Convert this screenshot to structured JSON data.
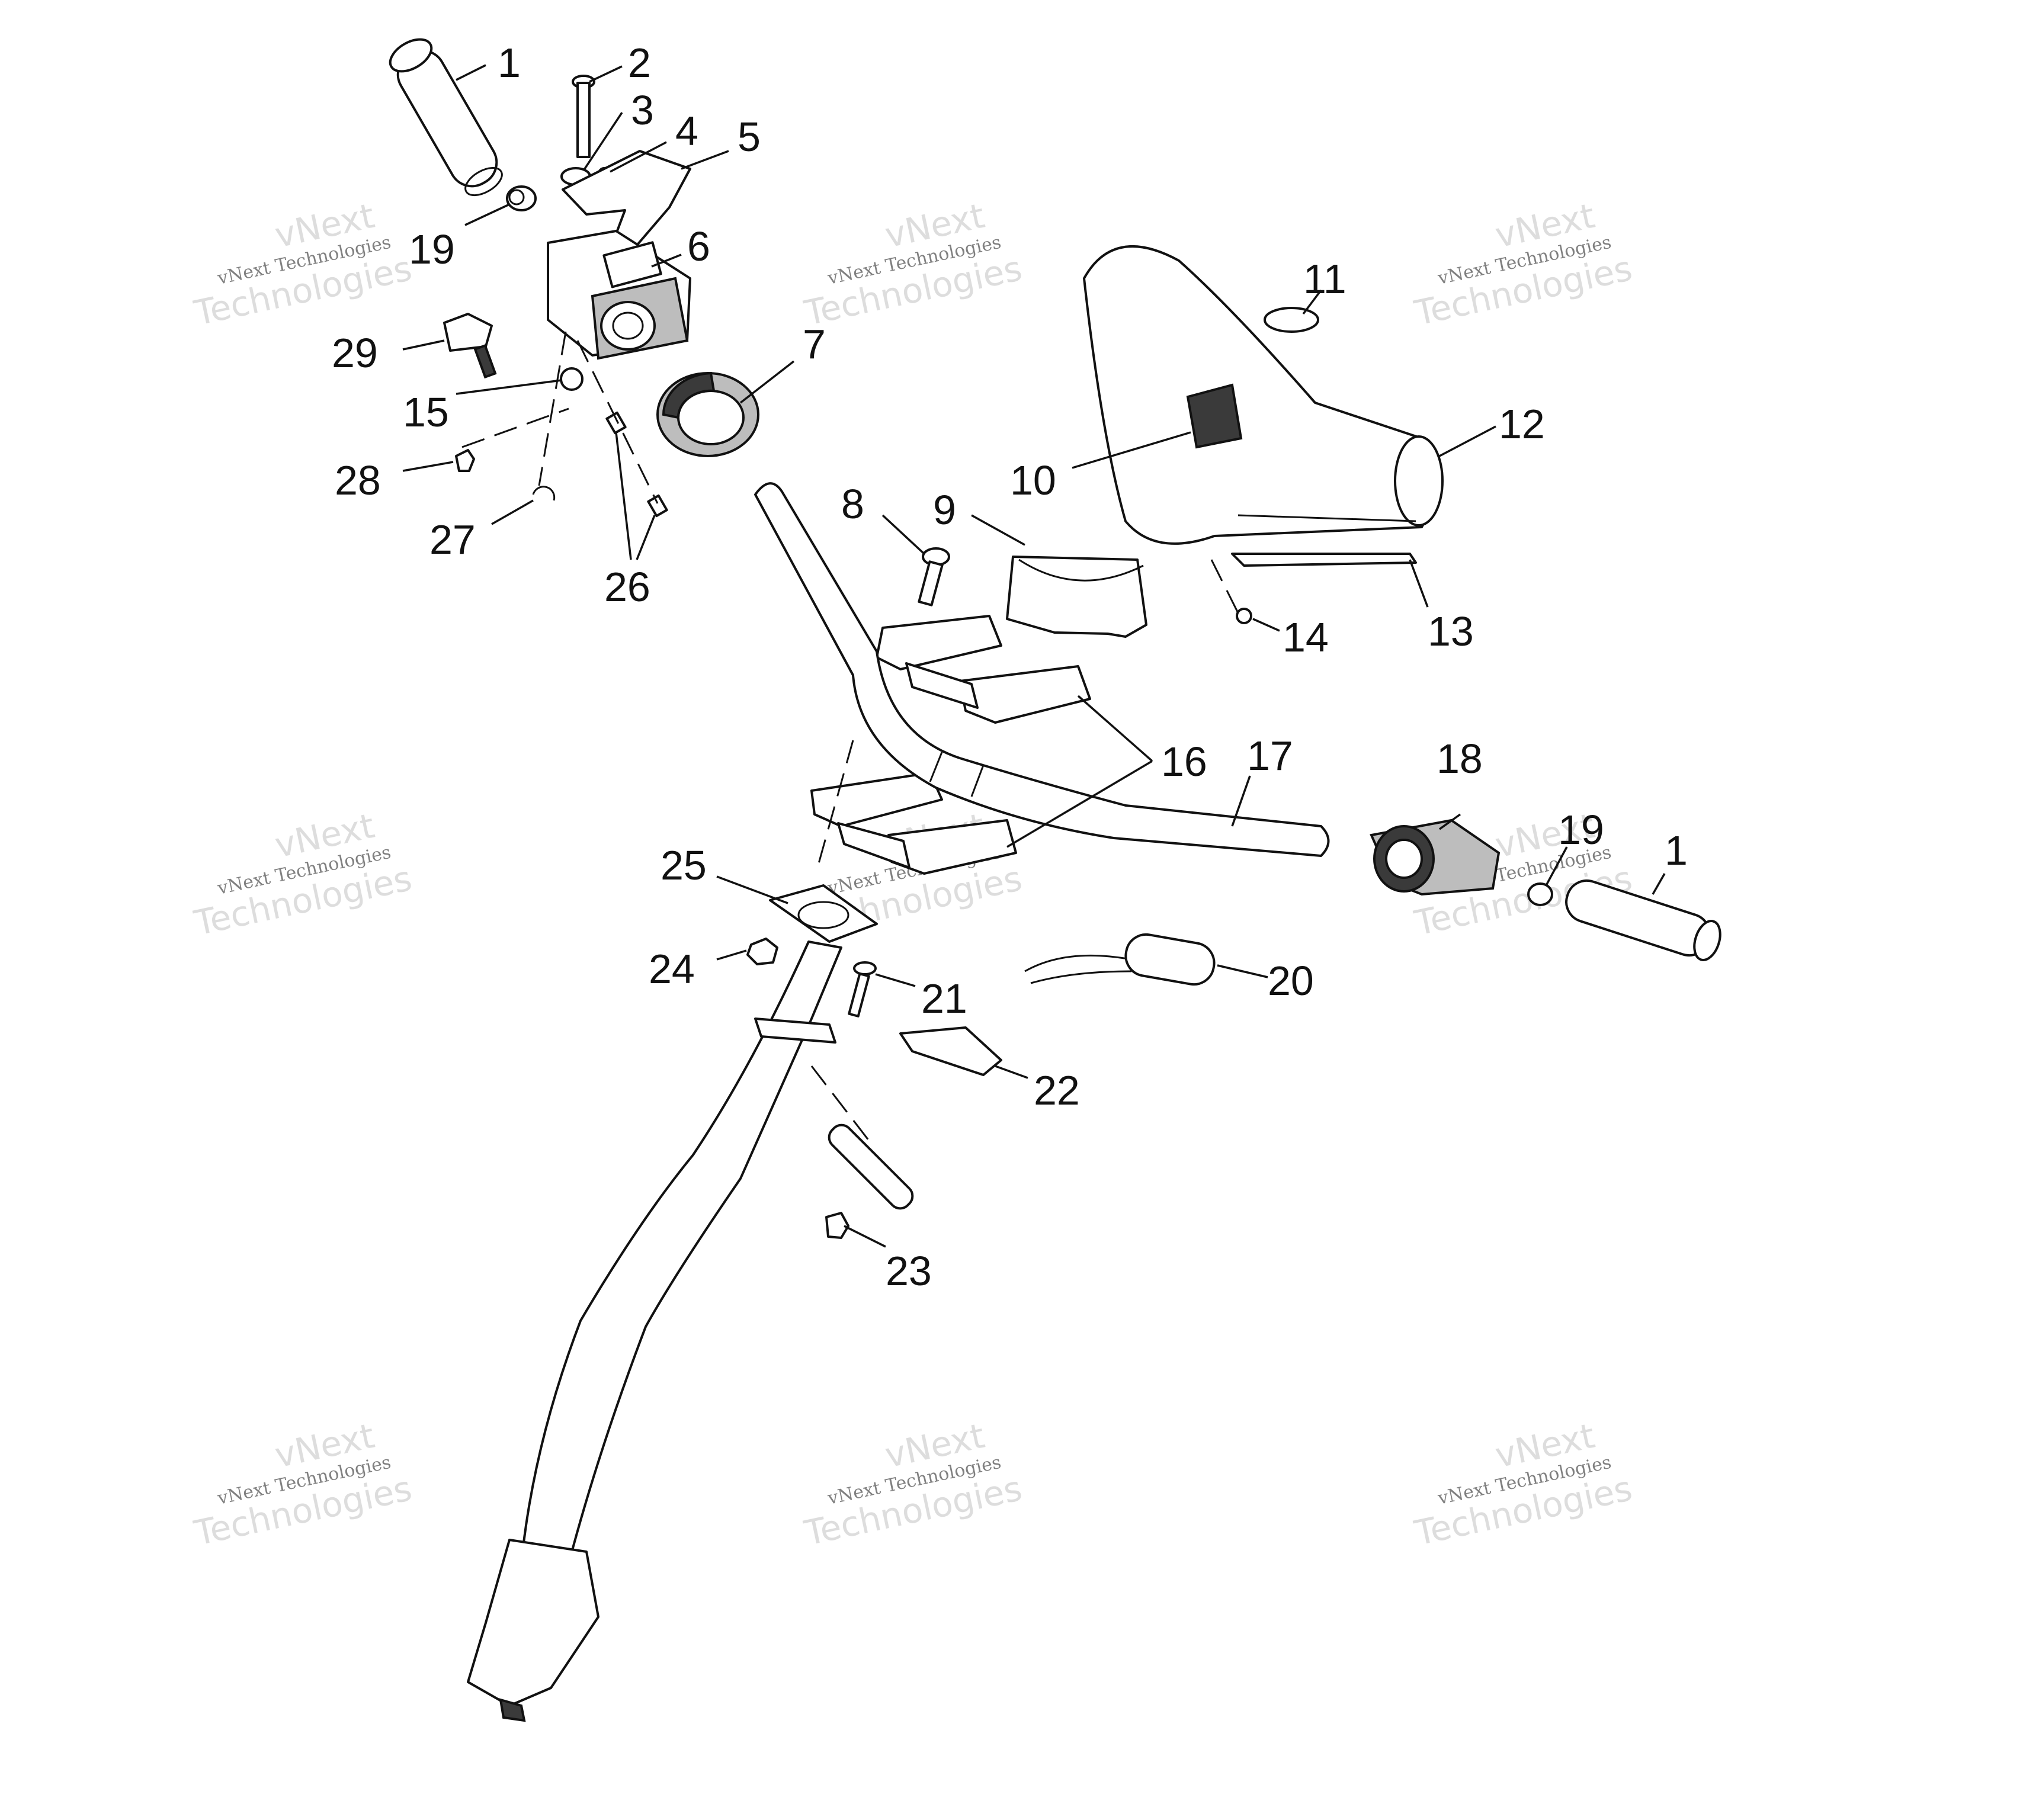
{
  "watermark": {
    "brand": "vNext",
    "line": "vNext Technologies",
    "big": "Technologies"
  },
  "callouts": {
    "c1": "1",
    "c2": "2",
    "c3": "3",
    "c4": "4",
    "c5": "5",
    "c6": "6",
    "c7": "7",
    "c8": "8",
    "c9": "9",
    "c10": "10",
    "c11": "11",
    "c12": "12",
    "c13": "13",
    "c14": "14",
    "c15": "15",
    "c16": "16",
    "c17": "17",
    "c18": "18",
    "c19": "19",
    "c20": "20",
    "c21": "21",
    "c22": "22",
    "c23": "23",
    "c24": "24",
    "c25": "25",
    "c26": "26",
    "c27": "27",
    "c28": "28",
    "c29": "29"
  }
}
